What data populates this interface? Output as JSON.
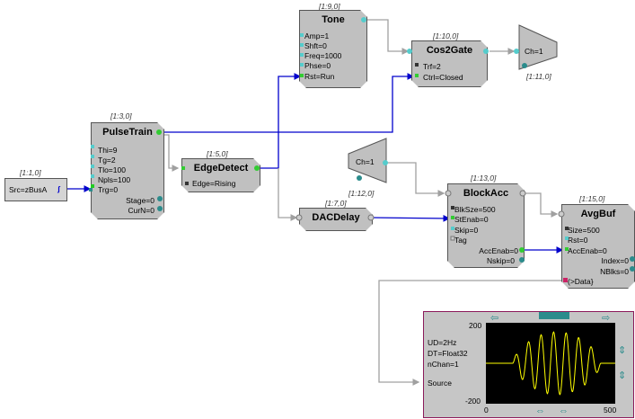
{
  "blocks": {
    "source": {
      "label": "[1:1,0]",
      "text": "Src=zBusA"
    },
    "pulsetrain": {
      "label": "[1:3,0]",
      "title": "PulseTrain",
      "inputs": [
        "Thi=9",
        "Tg=2",
        "Tlo=100",
        "Npls=100",
        "Trg=0"
      ],
      "outputs": [
        "Stage=0",
        "CurN=0"
      ]
    },
    "edgedetect": {
      "label": "[1:5,0]",
      "title": "EdgeDetect",
      "param": "Edge=Rising"
    },
    "tone": {
      "label": "[1:9,0]",
      "title": "Tone",
      "inputs": [
        "Amp=1",
        "Shft=0",
        "Freq=1000",
        "Phse=0",
        "Rst=Run"
      ]
    },
    "cos2gate": {
      "label": "[1:10,0]",
      "title": "Cos2Gate",
      "inputs": [
        "Trf=2",
        "Ctrl=Closed"
      ]
    },
    "dac_out": {
      "label": "[1:11,0]",
      "text": "Ch=1"
    },
    "adc_in": {
      "label": "[1:12,0]",
      "text": "Ch=1"
    },
    "dacdelay": {
      "label": "[1:7,0]",
      "title": "DACDelay"
    },
    "blockacc": {
      "label": "[1:13,0]",
      "title": "BlockAcc",
      "inputs": [
        "BlkSze=500",
        "StEnab=0",
        "Skip=0",
        "Tag"
      ],
      "outputs": [
        "AccEnab=0",
        "Nskip=0"
      ]
    },
    "avgbuf": {
      "label": "[1:15,0]",
      "title": "AvgBuf",
      "inputs": [
        "Size=500",
        "Rst=0",
        "AccEnab=0"
      ],
      "outputs": [
        "Index=0",
        "NBlks=0"
      ],
      "data": "(>Data}"
    },
    "scope": {
      "params": [
        "UD=2Hz",
        "DT=Float32",
        "nChan=1"
      ],
      "source": "Source",
      "ymax": "200",
      "ymin": "-200",
      "xmin": "0",
      "xmax": "500"
    }
  },
  "colors": {
    "block": "#c0c0c0",
    "wire": "#0000cc",
    "wire_gray": "#a0a0a0",
    "port": "#2b8c8c",
    "signal": "#ffff00"
  }
}
